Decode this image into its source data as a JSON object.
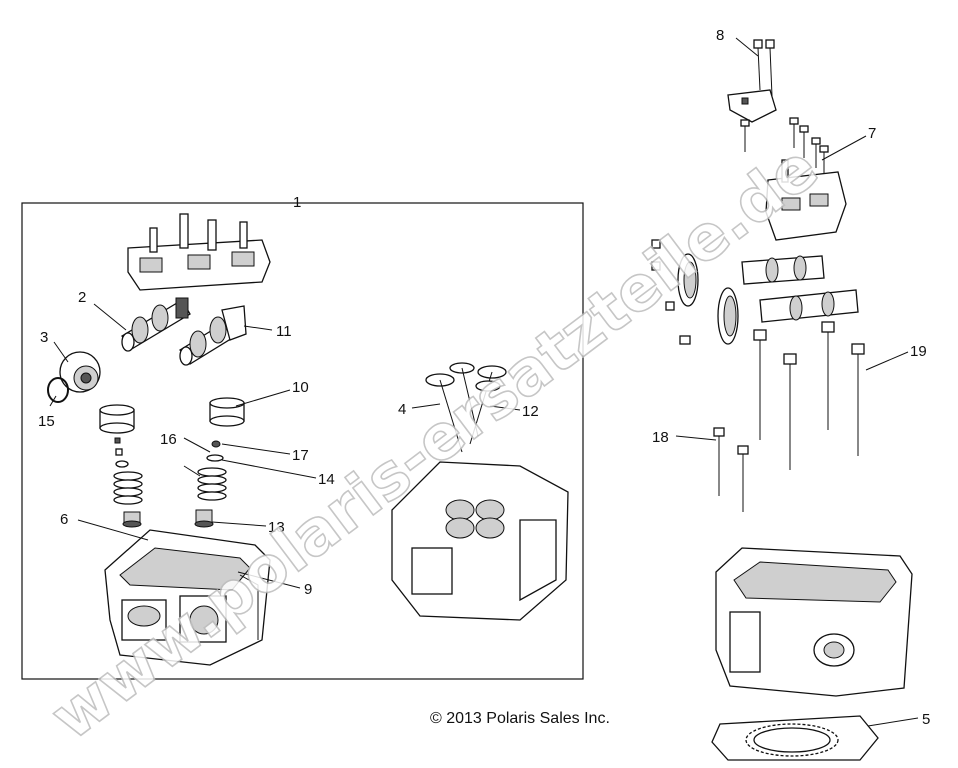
{
  "labels": {
    "l1": "1",
    "l2": "2",
    "l3": "3",
    "l4": "4",
    "l5": "5",
    "l6": "6",
    "l7": "7",
    "l8": "8",
    "l9": "9",
    "l10": "10",
    "l11": "11",
    "l12": "12",
    "l13": "13",
    "l14": "14",
    "l15": "15",
    "l16": "16",
    "l17": "17",
    "l18": "18",
    "l19": "19"
  },
  "copyright": "© 2013 Polaris Sales Inc.",
  "watermark": "www.polaris-ersatzteile.de"
}
